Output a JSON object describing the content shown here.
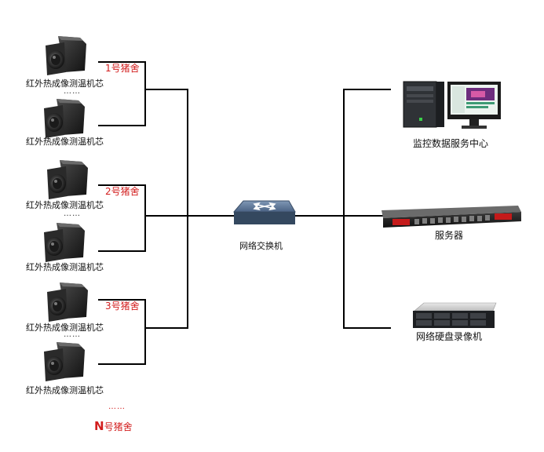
{
  "camera_label": "红外热成像测温机芯",
  "dots": "……",
  "groups": [
    {
      "pen": "1号猪舍"
    },
    {
      "pen": "2号猪舍"
    },
    {
      "pen": "3号猪舍"
    }
  ],
  "last_pen": {
    "n": "N",
    "rest": "号猪舍"
  },
  "switch_label": "网络交换机",
  "devices": {
    "monitor_center": "监控数据服务中心",
    "server": "服务器",
    "nvr": "网络硬盘录像机"
  },
  "colors": {
    "line": "#000000",
    "pen_label": "#d21d1d"
  }
}
